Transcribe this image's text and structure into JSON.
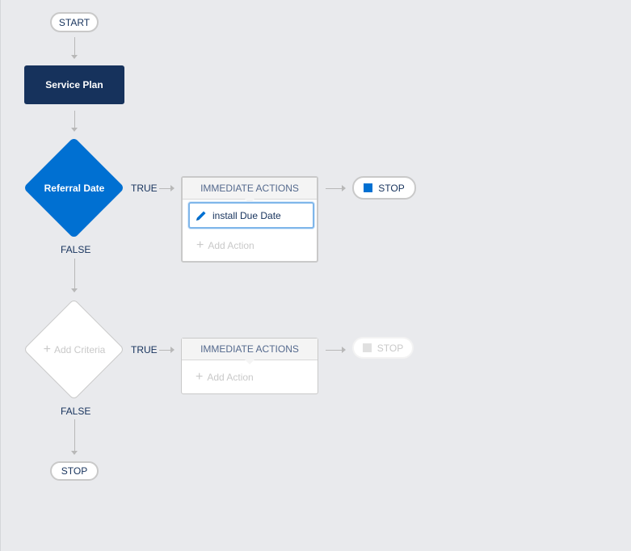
{
  "flow": {
    "start_label": "START",
    "object_node": {
      "label": "Service Plan",
      "color": "#16325c"
    },
    "criteria": [
      {
        "label": "Referral Date",
        "true_label": "TRUE",
        "false_label": "FALSE",
        "actions_header": "IMMEDIATE ACTIONS",
        "action_item": "install Due Date",
        "add_action": "Add Action",
        "stop_label": "STOP",
        "color": "#0070d2"
      },
      {
        "label": "Add Criteria",
        "true_label": "TRUE",
        "false_label": "FALSE",
        "actions_header": "IMMEDIATE ACTIONS",
        "add_action": "Add Action",
        "stop_label": "STOP"
      }
    ],
    "end_stop_label": "STOP"
  },
  "icons": {
    "edit": "pencil-icon",
    "add": "plus-icon",
    "stop": "stop-square-icon"
  }
}
